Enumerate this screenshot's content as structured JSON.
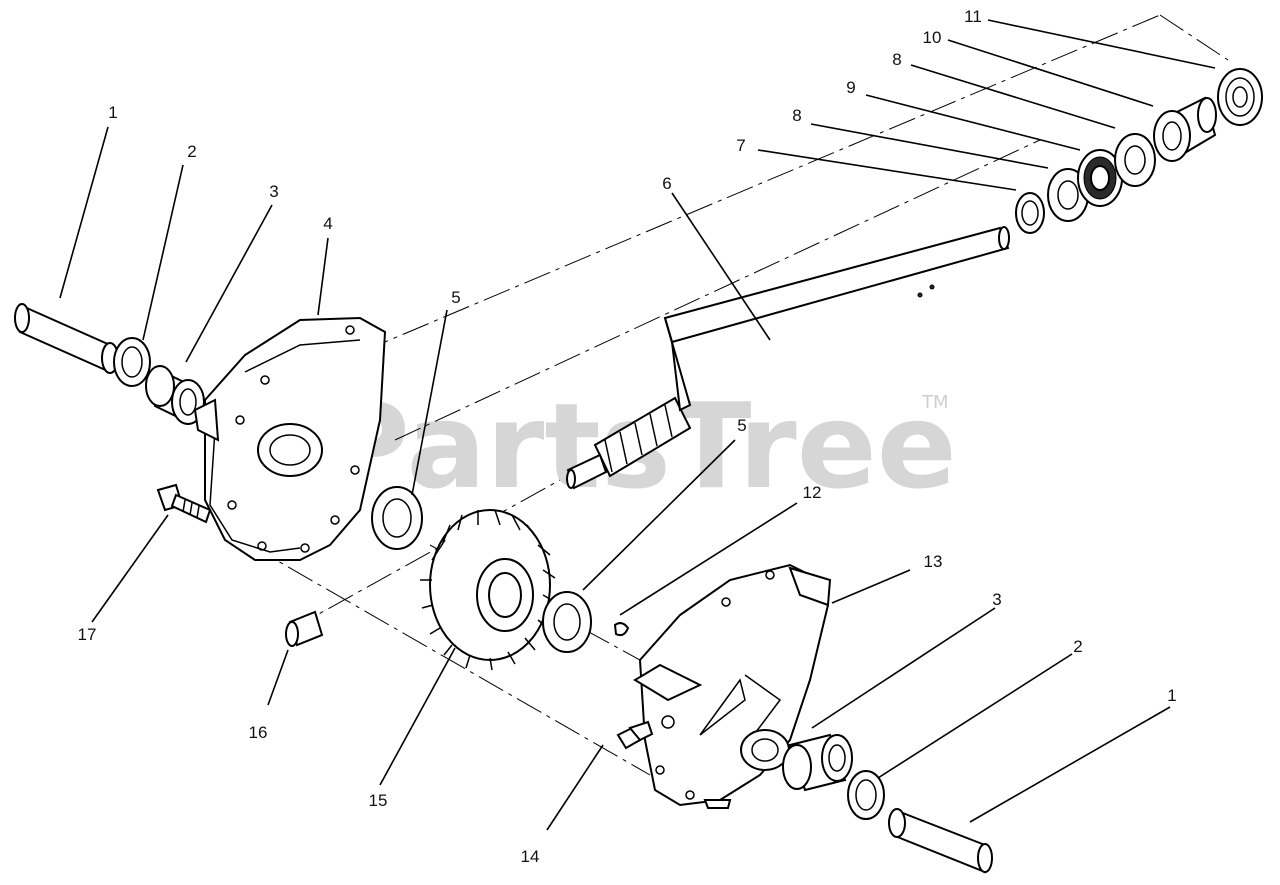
{
  "watermark": {
    "text": "PartsTree",
    "trademark": "TM"
  },
  "callouts": [
    {
      "id": "c1a",
      "text": "1"
    },
    {
      "id": "c2a",
      "text": "2"
    },
    {
      "id": "c3a",
      "text": "3"
    },
    {
      "id": "c4",
      "text": "4"
    },
    {
      "id": "c5a",
      "text": "5"
    },
    {
      "id": "c6",
      "text": "6"
    },
    {
      "id": "c7",
      "text": "7"
    },
    {
      "id": "c8a",
      "text": "8"
    },
    {
      "id": "c9",
      "text": "9"
    },
    {
      "id": "c8b",
      "text": "8"
    },
    {
      "id": "c10",
      "text": "10"
    },
    {
      "id": "c11",
      "text": "11"
    },
    {
      "id": "c5b",
      "text": "5"
    },
    {
      "id": "c12",
      "text": "12"
    },
    {
      "id": "c13",
      "text": "13"
    },
    {
      "id": "c3b",
      "text": "3"
    },
    {
      "id": "c2b",
      "text": "2"
    },
    {
      "id": "c1b",
      "text": "1"
    },
    {
      "id": "c17",
      "text": "17"
    },
    {
      "id": "c16",
      "text": "16"
    },
    {
      "id": "c15",
      "text": "15"
    },
    {
      "id": "c14",
      "text": "14"
    }
  ]
}
